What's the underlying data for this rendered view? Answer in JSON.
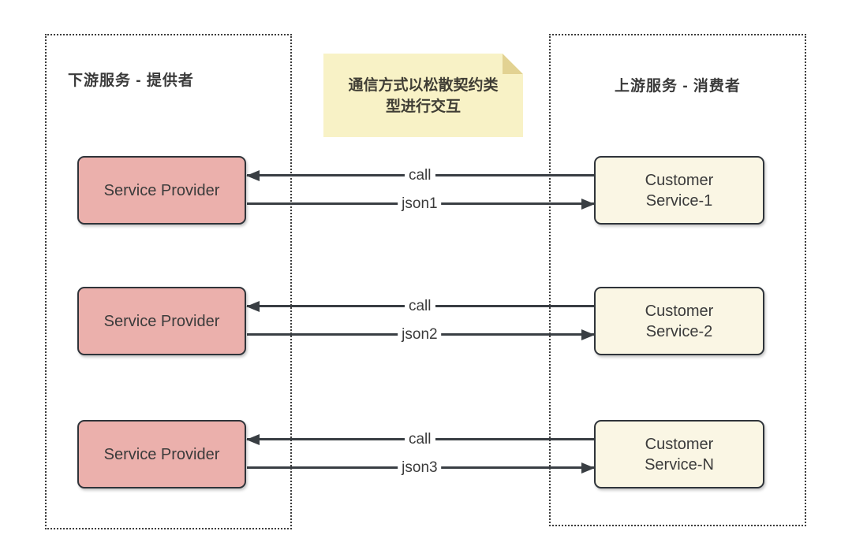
{
  "diagram": {
    "left_container": {
      "title": "下游服务 - 提供者"
    },
    "right_container": {
      "title": "上游服务 - 消费者"
    },
    "note": {
      "text": "通信方式以松散契约类型进行交互",
      "line1": "通信方式以松散契约类",
      "line2": "型进行交互"
    },
    "rows": [
      {
        "provider_label": "Service Provider",
        "customer_line1": "Customer",
        "customer_line2": "Service-1",
        "call_label": "call",
        "json_label": "json1"
      },
      {
        "provider_label": "Service Provider",
        "customer_line1": "Customer",
        "customer_line2": "Service-2",
        "call_label": "call",
        "json_label": "json2"
      },
      {
        "provider_label": "Service Provider",
        "customer_line1": "Customer",
        "customer_line2": "Service-N",
        "call_label": "call",
        "json_label": "json3"
      }
    ],
    "colors": {
      "provider_fill": "#ebb0ac",
      "customer_fill": "#faf6e4",
      "note_fill": "#f8f2c6",
      "note_fold": "#e2d292",
      "node_border": "#2f343a",
      "container_border": "#3c3c3c",
      "arrow": "#393e43",
      "text": "#3b3b3b",
      "background": "#ffffff"
    }
  }
}
